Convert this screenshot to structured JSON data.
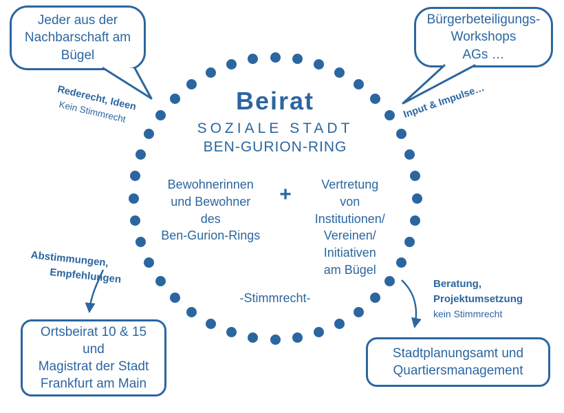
{
  "colors": {
    "accent": "#2b66a0",
    "background": "#ffffff"
  },
  "center": {
    "title": "Beirat",
    "subtitle1": "SOZIALE STADT",
    "subtitle2": "BEN-GURION-RING",
    "left_group": "Bewohnerinnen\nund Bewohner\ndes\nBen-Gurion-Rings",
    "plus": "+",
    "right_group": "Vertretung\nvon\nInstitutionen/\nVereinen/\nInitiativen\nam Bügel",
    "footer": "-Stimmrecht-",
    "dot_count": 40
  },
  "bubbles": {
    "top_left": {
      "text": "Jeder aus der\nNachbarschaft am\nBügel"
    },
    "top_right": {
      "text": "Bürgerbeteiligungs-\nWorkshops\nAGs …"
    }
  },
  "boxes": {
    "bottom_left": {
      "text": "Ortsbeirat 10 & 15\nund\nMagistrat der Stadt\nFrankfurt am Main"
    },
    "bottom_right": {
      "text": "Stadtplanungsamt und\nQuartiersmanagement"
    }
  },
  "annotations": {
    "top_left": {
      "line1_bold": "Rederecht, Ideen",
      "line2": "Kein Stimmrecht"
    },
    "top_right": {
      "line1_bold": "Input & Impulse…"
    },
    "bottom_left": {
      "line1_bold": "Abstimmungen,",
      "line2_bold": "Empfehlungen"
    },
    "bottom_right": {
      "line1_bold": "Beratung,",
      "line2_bold": "Projektumsetzung",
      "line3": "kein Stimmrecht"
    }
  }
}
